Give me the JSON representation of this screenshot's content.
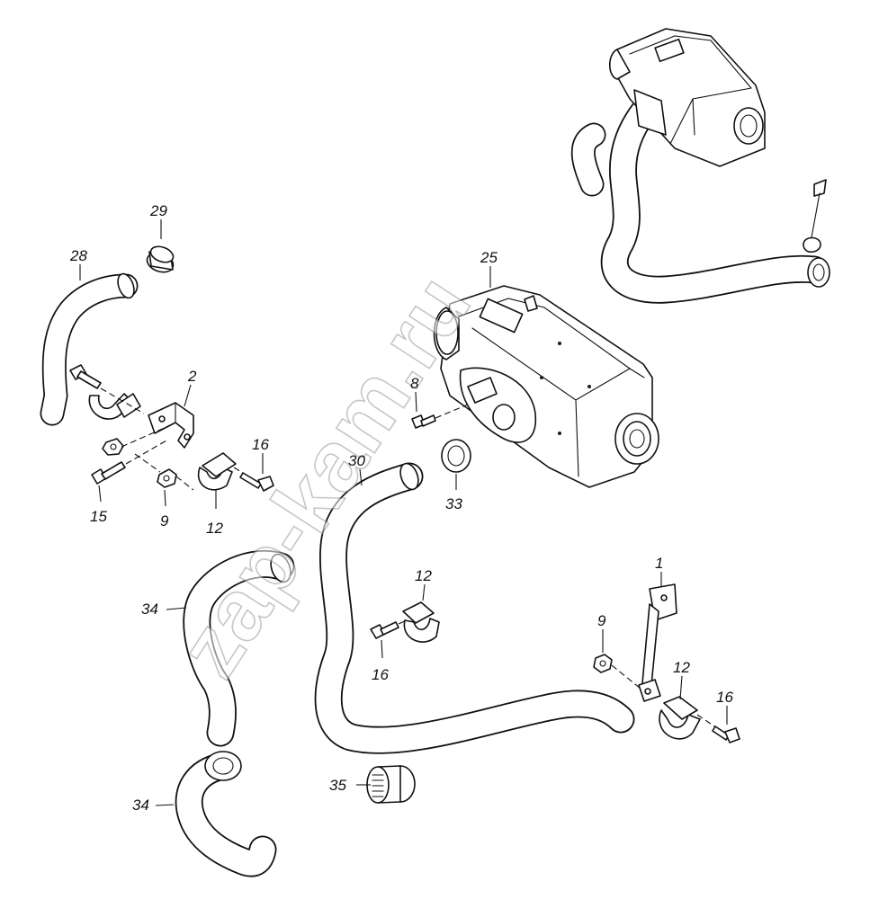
{
  "watermark": {
    "text": "zap-kam.ru",
    "color": "#999999"
  },
  "callouts": {
    "c1": "1",
    "c2": "2",
    "c8": "8",
    "c9a": "9",
    "c9b": "9",
    "c12a": "12",
    "c12b": "12",
    "c12c": "12",
    "c15": "15",
    "c16a": "16",
    "c16b": "16",
    "c16c": "16",
    "c25": "25",
    "c28": "28",
    "c29": "29",
    "c30": "30",
    "c33": "33",
    "c34a": "34",
    "c34b": "34",
    "c35": "35"
  },
  "colors": {
    "line": "#111111",
    "background": "#ffffff"
  }
}
